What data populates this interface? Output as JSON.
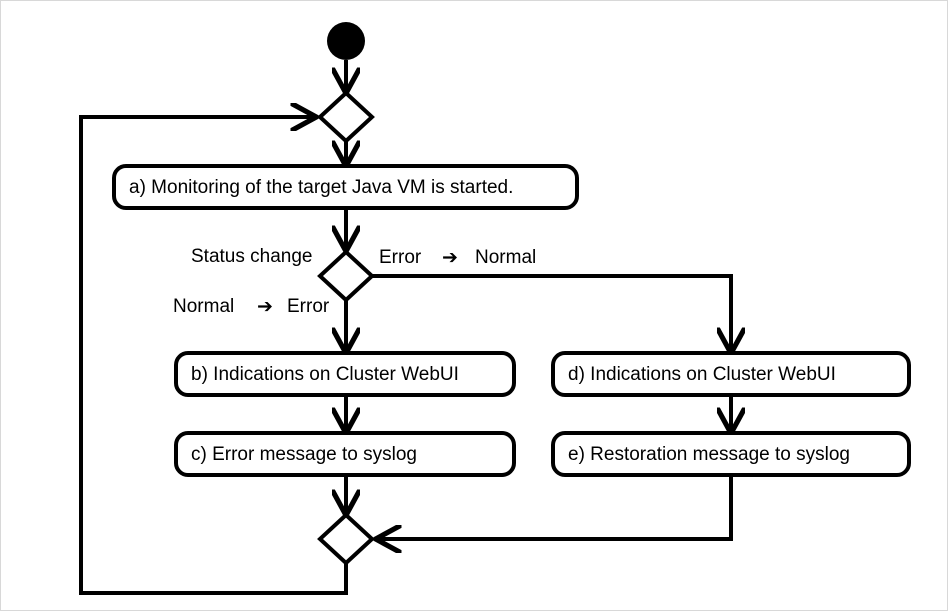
{
  "diagram": {
    "type": "uml-activity-diagram",
    "background_color": "#ffffff",
    "line_color": "#000000",
    "frame_border_color": "#d8d8d8",
    "nodes": {
      "start": {
        "name": "start-node",
        "shape": "filled-circle"
      },
      "merge_top": {
        "name": "merge-top",
        "shape": "diamond"
      },
      "a": {
        "label": "a) Monitoring of the target Java VM is started.",
        "shape": "rounded-rect"
      },
      "decision": {
        "name": "status-decision",
        "shape": "diamond"
      },
      "b": {
        "label": "b) Indications on Cluster WebUI",
        "shape": "rounded-rect"
      },
      "c": {
        "label": "c) Error message to syslog",
        "shape": "rounded-rect"
      },
      "d": {
        "label": "d) Indications on Cluster WebUI",
        "shape": "rounded-rect"
      },
      "e": {
        "label": "e) Restoration message to syslog",
        "shape": "rounded-rect"
      },
      "merge_bottom": {
        "name": "merge-bottom",
        "shape": "diamond"
      }
    },
    "edge_labels": {
      "status_change": "Status change",
      "left_from": "Normal",
      "left_arrow": "➔",
      "left_to": "Error",
      "right_from": "Error",
      "right_arrow": "➔",
      "right_to": "Normal"
    }
  }
}
